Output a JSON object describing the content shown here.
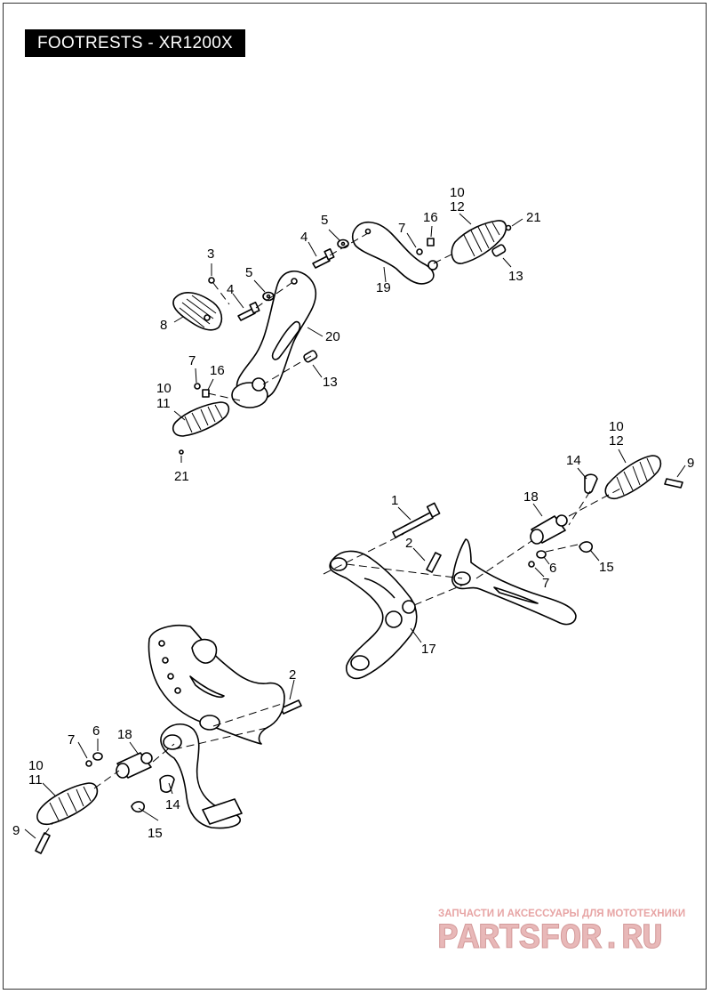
{
  "title": "FOOTRESTS - XR1200X",
  "callouts": {
    "c1": "1",
    "c2a": "2",
    "c2b": "2",
    "c3": "3",
    "c4a": "4",
    "c4b": "4",
    "c5a": "5",
    "c5b": "5",
    "c6a": "6",
    "c6b": "6",
    "c7a": "7",
    "c7b": "7",
    "c7c": "7",
    "c7d": "7",
    "c8": "8",
    "c9a": "9",
    "c9b": "9",
    "c10a": "10",
    "c10b": "10",
    "c10c": "10",
    "c10d": "10",
    "c11a": "11",
    "c11b": "11",
    "c12a": "12",
    "c12b": "12",
    "c13a": "13",
    "c13b": "13",
    "c14a": "14",
    "c14b": "14",
    "c15a": "15",
    "c15b": "15",
    "c16a": "16",
    "c16b": "16",
    "c17": "17",
    "c18a": "18",
    "c18b": "18",
    "c19": "19",
    "c20": "20",
    "c21a": "21",
    "c21b": "21"
  },
  "watermark": {
    "tagline": "ЗАПЧАСТИ И АКСЕССУАРЫ ДЛЯ МОТОТЕХНИКИ",
    "logo": "PARTSFOR.RU"
  }
}
